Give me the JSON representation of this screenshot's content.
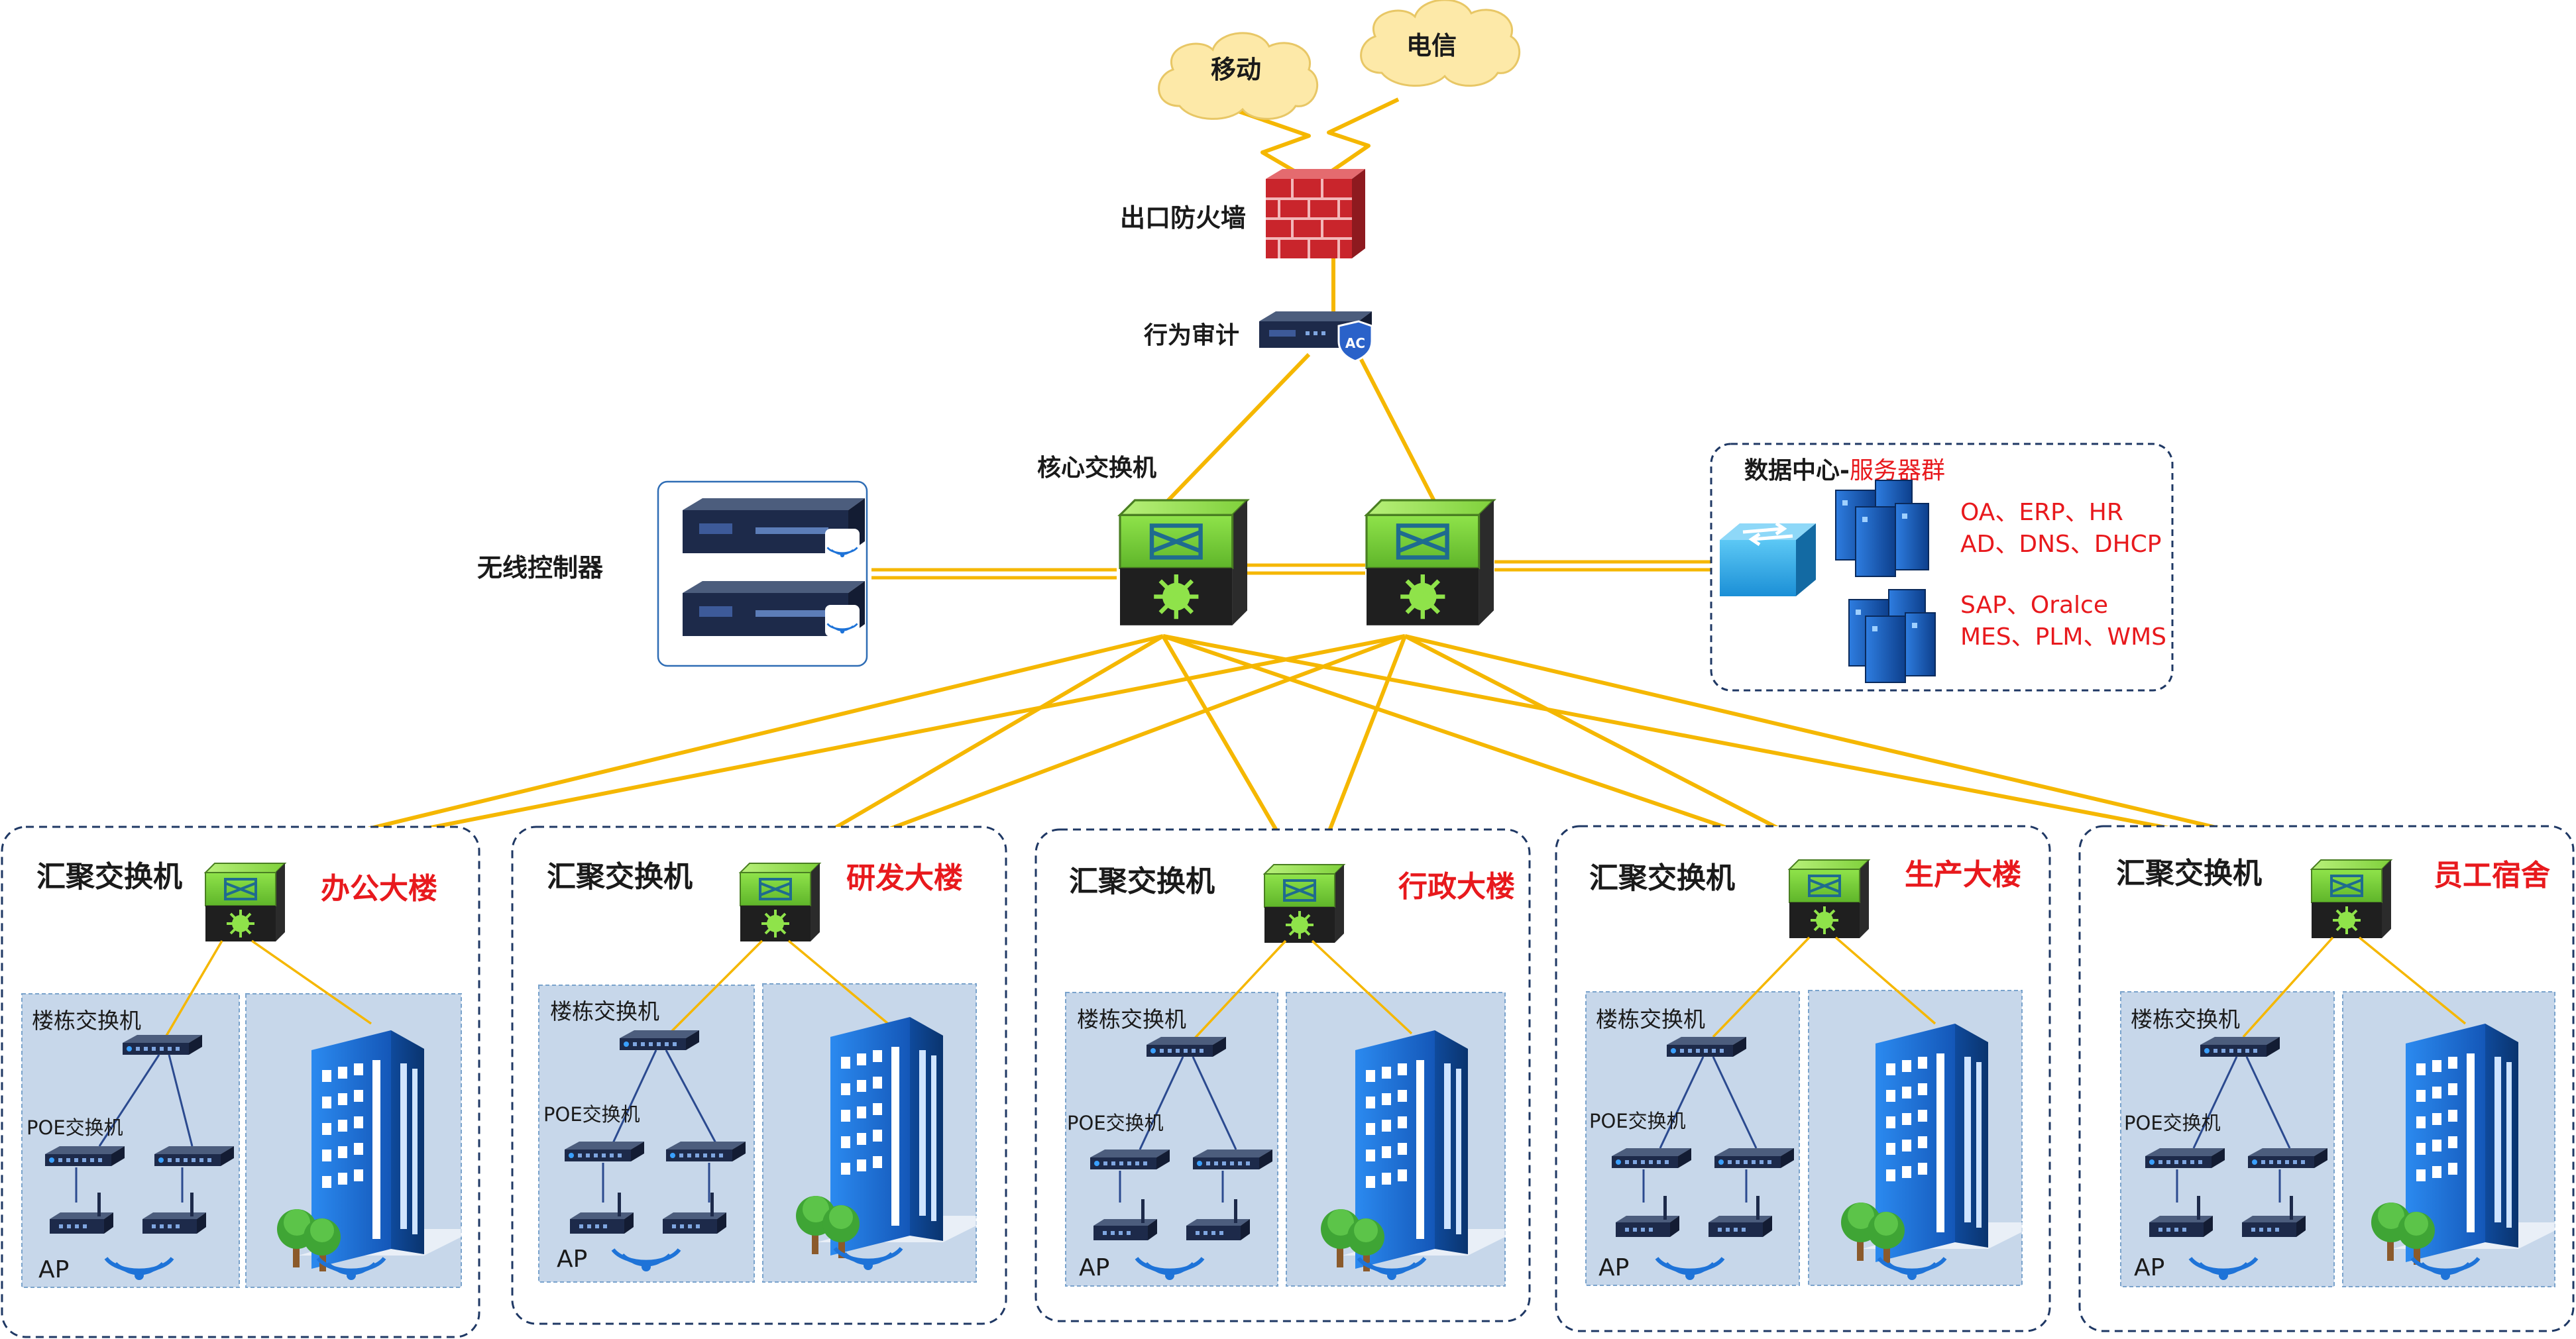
{
  "isp": {
    "left": "移动",
    "right": "电信"
  },
  "firewall_label": "出口防火墙",
  "audit_label": "行为审计",
  "audit_badge": "AC",
  "core_label": "核心交换机",
  "wlc_label": "无线控制器",
  "datacenter": {
    "title_black": "数据中心-",
    "title_red": "服务器群",
    "group1": [
      "OA、ERP、HR",
      "AD、DNS、DHCP"
    ],
    "group2": [
      "SAP、Oralce",
      "MES、PLM、WMS"
    ]
  },
  "buildings": [
    {
      "agg_label": "汇聚交换机",
      "name": "办公大楼",
      "floor_switch": "楼栋交换机",
      "poe": "POE交换机",
      "ap": "AP"
    },
    {
      "agg_label": "汇聚交换机",
      "name": "研发大楼",
      "floor_switch": "楼栋交换机",
      "poe": "POE交换机",
      "ap": "AP"
    },
    {
      "agg_label": "汇聚交换机",
      "name": "行政大楼",
      "floor_switch": "楼栋交换机",
      "poe": "POE交换机",
      "ap": "AP"
    },
    {
      "agg_label": "汇聚交换机",
      "name": "生产大楼",
      "floor_switch": "楼栋交换机",
      "poe": "POE交换机",
      "ap": "AP"
    },
    {
      "agg_label": "汇聚交换机",
      "name": "员工宿舍",
      "floor_switch": "楼栋交换机",
      "poe": "POE交换机",
      "ap": "AP"
    }
  ],
  "colors": {
    "link": "#f5b700",
    "firewall": "#c9252c",
    "switch_green": "#7fd13b",
    "region_fill": "#c7d7ea",
    "region_border": "#7aa3cc",
    "building_blue": "#1e73d8",
    "label_red": "#e8191d",
    "group_border": "#1f3864"
  }
}
